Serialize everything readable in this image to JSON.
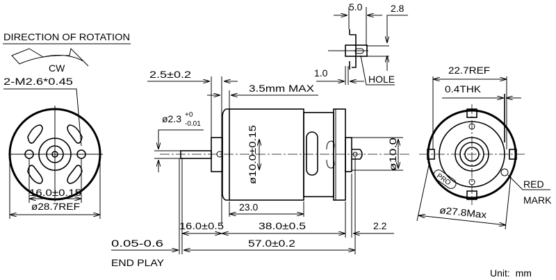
{
  "title": "DIRECTION OF ROTATION",
  "rotation": "CW",
  "screw_spec": "2-M2.6*0.45",
  "front_view": {
    "hole_pitch": "16.0±0.15",
    "diameter": "ø28.7REF"
  },
  "side_view": {
    "boss_length": "2.5±0.2",
    "max_dim": "3.5mm MAX",
    "terminal_offset": "1.0",
    "shaft_dia": "ø2.3",
    "shaft_tol_upper": "+0",
    "shaft_tol_lower": "-0.01",
    "boss_dia": "ø10.0±0.15",
    "rear_boss_dia": "ø10.0",
    "can_length": "23.0",
    "shaft_length": "16.0±0.5",
    "body_length": "38.0±0.5",
    "rear_length": "2.2",
    "total_length": "57.0±0.2",
    "end_play_value": "0.05-0.6",
    "end_play_label": "END PLAY"
  },
  "terminal_view": {
    "width": "5.0",
    "hole_dim": "2.8",
    "hole_label": "HOLE"
  },
  "rear_view": {
    "terminal_span": "22.7REF",
    "thickness": "0.4THK",
    "diameter": "ø27.8Max",
    "red_mark_1": "RED",
    "red_mark_2": "MARK",
    "logo": "PRO"
  },
  "unit": "Unit:  mm"
}
